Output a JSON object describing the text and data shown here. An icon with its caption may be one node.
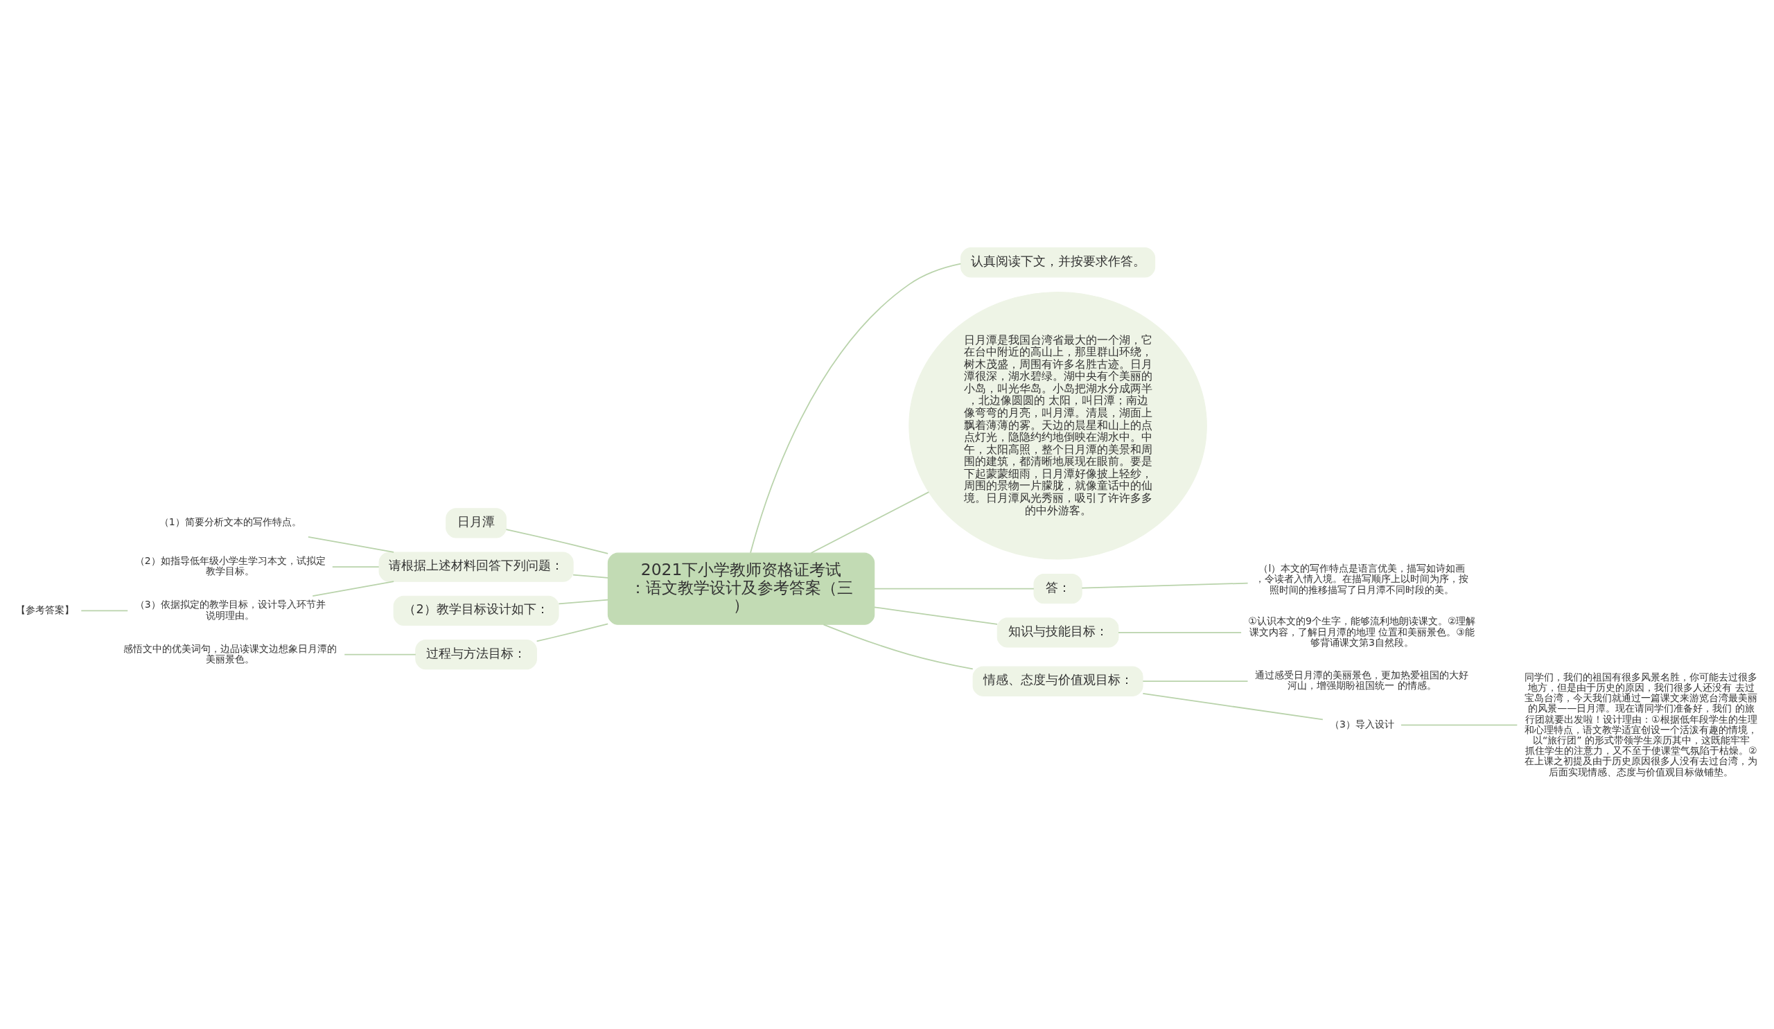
{
  "diagram": {
    "nodes": [
      {
        "text": [
          "2021下小学教师资格证考试：语文教学设计及参考答案（三）"
        ]
      },
      {
        "text": [
          "认真阅读下文，并按要求作答。"
        ]
      },
      {
        "text": [
          "日月潭是我国台湾省最大的一个湖，它在台中附近的高山上，那里群山环绕，树木茂盛，周围有许多名胜古迹。日月潭很深，湖水碧绿。湖中央有个美丽的小岛，叫光华岛。小岛把湖水分成两半，北边像圆圆的 太阳，叫日潭；南边像弯弯的月亮，叫月潭。清晨，湖面上飘着薄薄的雾。天边的晨星和山上的点点灯光，隐隐约约地倒映在湖水中。中午，太阳高照，整个日月潭的美景和周围的建筑，都清晰地展现在眼前。要是下起蒙蒙细雨，日月潭好像披上轻纱，周围的景物一片朦胧，就像童话中的仙境。日月潭风光秀丽，吸引了许许多多的中外游客。"
        ]
      },
      {
        "text": [
          "答："
        ]
      },
      {
        "text": [
          "（l）本文的写作特点是语言优美，描写如诗如画，令读者入情入境。在描写顺序上以时间为序，按照时间的推移描写了日月潭不同时段的美。"
        ]
      },
      {
        "text": [
          "知识与技能目标："
        ]
      },
      {
        "text": [
          "①认识本文的9个生字，能够流利地朗读课文。②理解课文内容，了解日月潭的地理 位置和美丽景色。③能够背诵课文第3自然段。"
        ]
      },
      {
        "text": [
          "情感、态度与价值观目标："
        ]
      },
      {
        "text": [
          "通过感受日月潭的美丽景色，更加热爱祖国的大好河山，增强期盼祖国统一 的情感。"
        ]
      },
      {
        "text": [
          "（3）导入设计"
        ]
      },
      {
        "text": [
          "同学们，我们的祖国有很多风景名胜，你可能去过很多地方，但是由于历史的原因，我们很多人还没有 去过宝岛台湾，今天我们就通过一篇课文来游览台湾最美丽的风景——日月潭。现在请同学们准备好，我们 的旅行团就要出发啦！设计理由：①根据低年段学生的生理和心理特点，语文教学适宜创设一个活泼有趣的情境，以“旅行团” 的形式带领学生亲历其中，这既能牢牢抓住学生的注意力，又不至于使课堂气氛陷于枯燥。②在上课之初提及由于历史原因很多人没有去过台湾，为后面实现情感、态度与价值观目标做铺垫。"
        ]
      },
      {
        "text": [
          "日月潭"
        ]
      },
      {
        "text": [
          "请根据上述材料回答下列问题："
        ]
      },
      {
        "text": [
          "（1）简要分析文本的写作特点。"
        ]
      },
      {
        "text": [
          "（2）如指导低年级小学生学习本文，试拟定教学目标。"
        ]
      },
      {
        "text": [
          "（3）依据拟定的教学目标，设计导入环节并说明理由。"
        ]
      },
      {
        "text": [
          "【参考答案】"
        ]
      },
      {
        "text": [
          "（2）教学目标设计如下："
        ]
      },
      {
        "text": [
          "过程与方法目标："
        ]
      },
      {
        "text": [
          "感悟文中的优美词句，边品读课文边想象日月潭的美丽景色。"
        ]
      }
    ],
    "edges": [
      {
        "from": 0,
        "to": 1,
        "arrow": "none"
      },
      {
        "from": 0,
        "to": 2,
        "arrow": "none"
      },
      {
        "from": 0,
        "to": 3,
        "arrow": "none"
      },
      {
        "from": 3,
        "to": 4,
        "arrow": "none"
      },
      {
        "from": 0,
        "to": 5,
        "arrow": "none"
      },
      {
        "from": 5,
        "to": 6,
        "arrow": "none"
      },
      {
        "from": 0,
        "to": 7,
        "arrow": "none"
      },
      {
        "from": 7,
        "to": 8,
        "arrow": "none"
      },
      {
        "from": 7,
        "to": 9,
        "arrow": "none"
      },
      {
        "from": 9,
        "to": 10,
        "arrow": "none"
      },
      {
        "from": 0,
        "to": 11,
        "arrow": "none"
      },
      {
        "from": 0,
        "to": 12,
        "arrow": "none"
      },
      {
        "from": 12,
        "to": 13,
        "arrow": "none"
      },
      {
        "from": 12,
        "to": 14,
        "arrow": "none"
      },
      {
        "from": 12,
        "to": 15,
        "arrow": "none"
      },
      {
        "from": 15,
        "to": 16,
        "arrow": "none"
      },
      {
        "from": 0,
        "to": 17,
        "arrow": "none"
      },
      {
        "from": 0,
        "to": 18,
        "arrow": "none"
      },
      {
        "from": 18,
        "to": 19,
        "arrow": "none"
      }
    ]
  }
}
